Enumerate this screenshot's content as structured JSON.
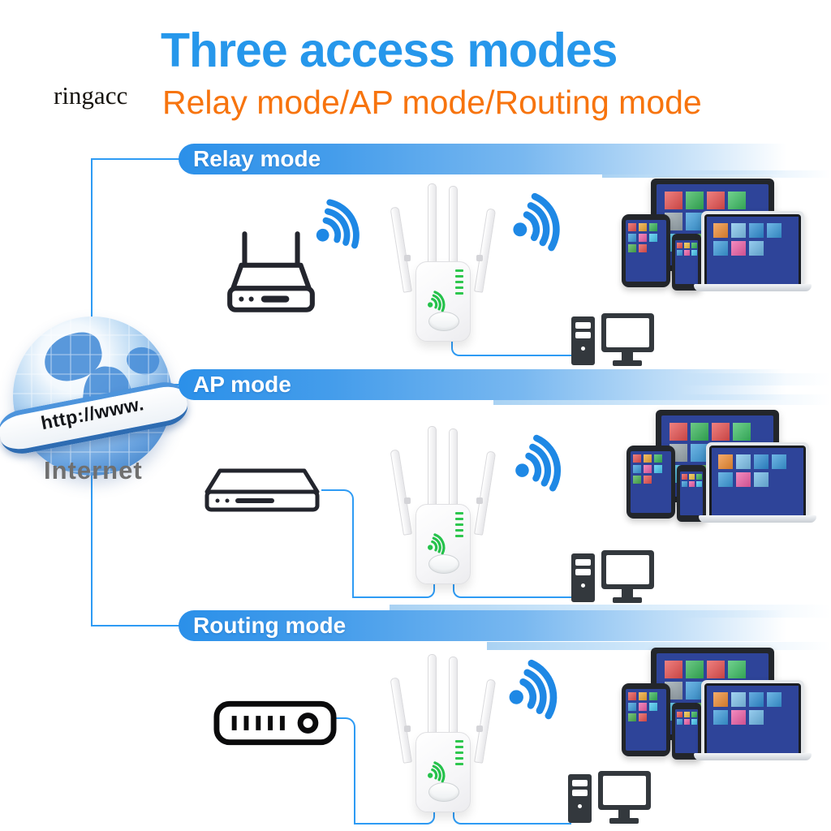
{
  "header": {
    "watermark": "ringacc",
    "title": "Three access modes",
    "subtitle": "Relay mode/AP mode/Routing mode"
  },
  "internet": {
    "label": "Internet",
    "url_banner": "http://www."
  },
  "sections": [
    {
      "id": "relay",
      "label": "Relay mode"
    },
    {
      "id": "ap",
      "label": "AP mode"
    },
    {
      "id": "routing",
      "label": "Routing mode"
    }
  ],
  "colors": {
    "title_blue": "#2697EB",
    "subtitle_orange": "#F7740E",
    "banner_blue": "#2B90E9",
    "wifi_blue": "#1E88E5",
    "connector_blue": "#2E9BF4",
    "icon_dark": "#23252D",
    "internet_gray": "#6F6F6F",
    "led_green": "#2EC74E",
    "screen_blue": "#2E4499"
  },
  "tiles": {
    "monitor": [
      "#E8504F",
      "#35B558",
      "#E8504F",
      "#3BBF63",
      "#9AA7AE",
      "#3A9BDC",
      "#EF5FA7",
      "#2F8FD6",
      "#45C8F1",
      "#49B04F",
      "#5B6770",
      "#F2A0BE"
    ],
    "laptop": [
      "#F08C32",
      "#7FC3EC",
      "#2F8FD6",
      "#3A9BDC",
      "#3A9BDC",
      "#EF5FA7",
      "#6FB9E8"
    ],
    "tablet": [
      "#E8504F",
      "#F0A832",
      "#35B558",
      "#3A9BDC",
      "#EF5FA7",
      "#45C8F1",
      "#49B04F",
      "#E8504F"
    ],
    "phone": [
      "#E8504F",
      "#F0C040",
      "#35B558",
      "#3A9BDC",
      "#EF5FA7",
      "#45C8F1"
    ]
  }
}
